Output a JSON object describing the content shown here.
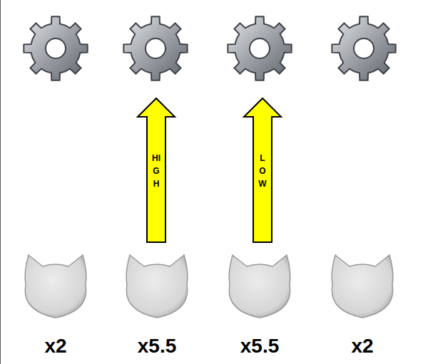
{
  "diagram": {
    "nodes": [
      {
        "text": [
          "HIGH"
        ]
      },
      {
        "text": [
          "LOW"
        ]
      },
      {
        "text": [
          "x2"
        ]
      },
      {
        "text": [
          "x5.5"
        ]
      },
      {
        "text": [
          "x5.5"
        ]
      },
      {
        "text": [
          "x2"
        ]
      }
    ]
  }
}
